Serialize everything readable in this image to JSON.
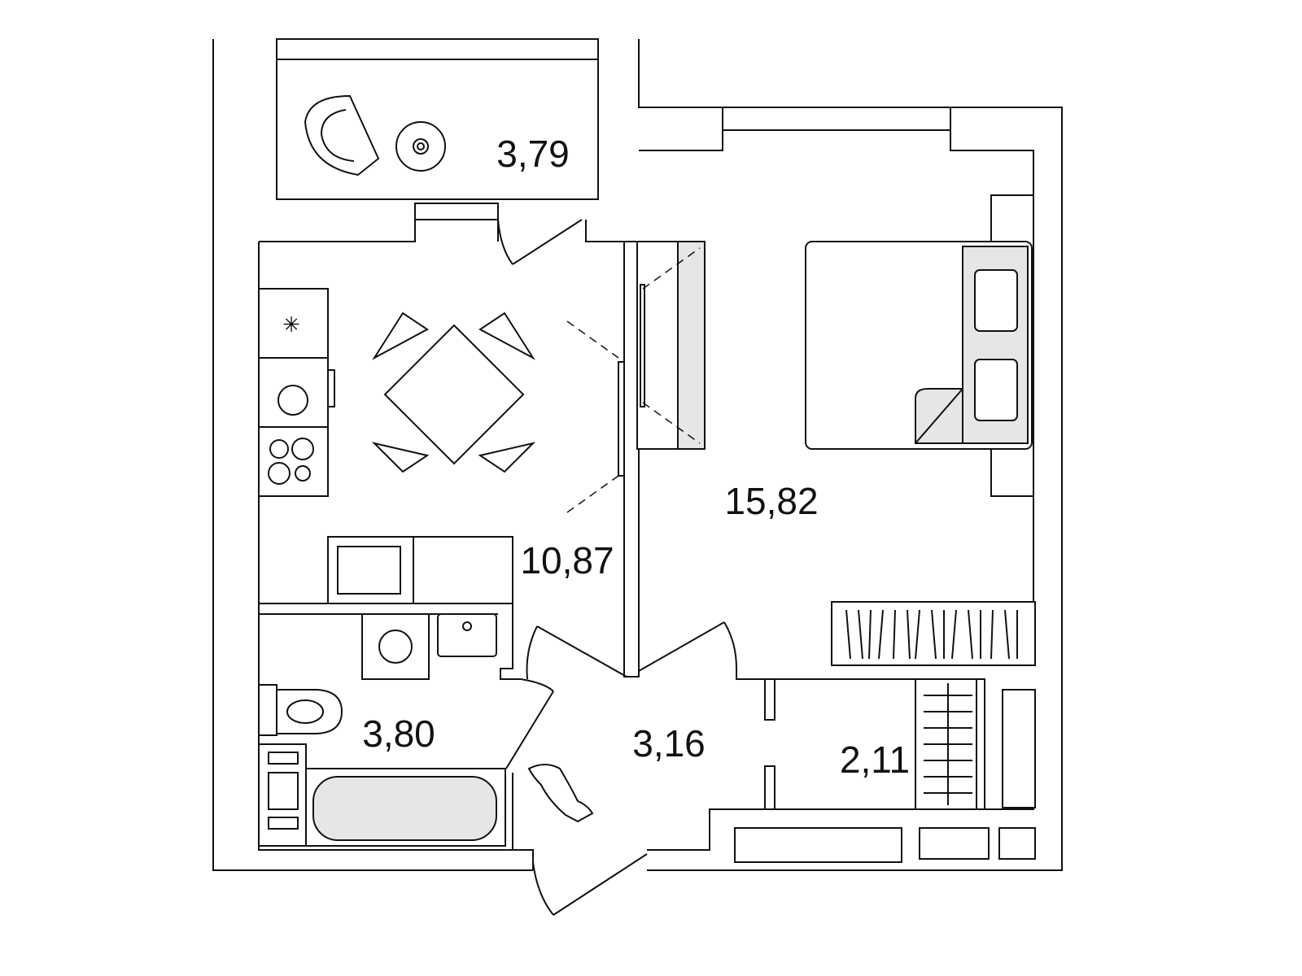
{
  "plan": {
    "rooms": [
      {
        "id": "balcony",
        "area": "3,79"
      },
      {
        "id": "kitchen",
        "area": "10,87"
      },
      {
        "id": "bedroom",
        "area": "15,82"
      },
      {
        "id": "bathroom",
        "area": "3,80"
      },
      {
        "id": "hallway",
        "area": "3,16"
      },
      {
        "id": "storage",
        "area": "2,11"
      }
    ],
    "colors": {
      "line": "#111111",
      "fill": "#e6e6e6",
      "background": "#ffffff"
    }
  }
}
